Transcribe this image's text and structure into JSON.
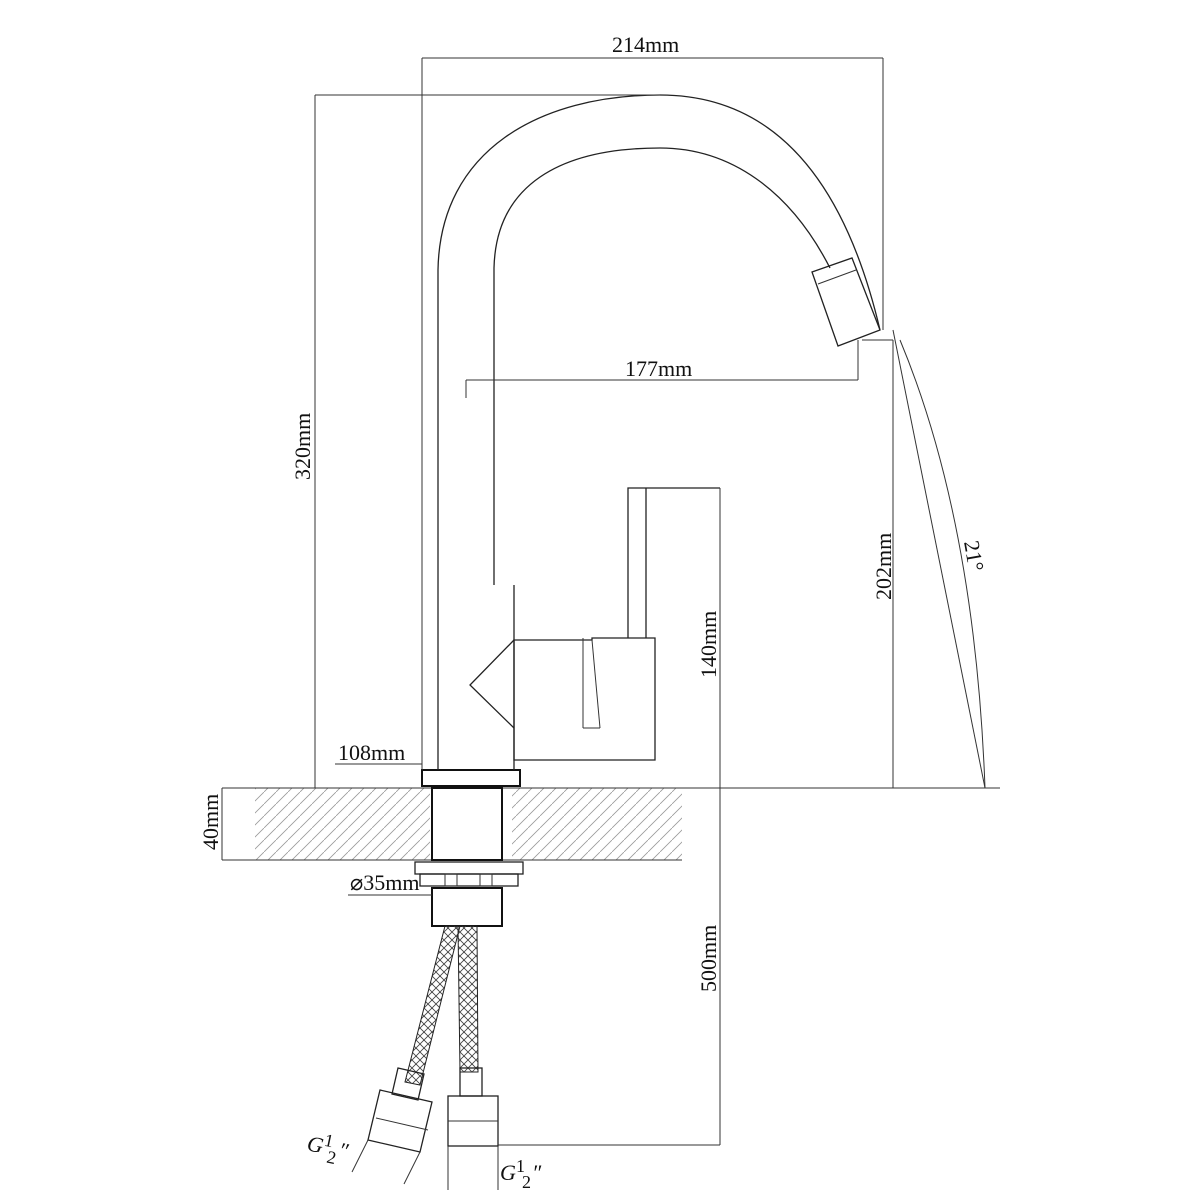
{
  "dimensions": {
    "overall_width": "214mm",
    "overall_height": "320mm",
    "spout_reach": "177mm",
    "spout_height": "202mm",
    "lever_height": "140mm",
    "base_reach": "108mm",
    "counter_thickness": "40mm",
    "shank_diameter": "⌀35mm",
    "hose_length": "500mm",
    "pullout_angle": "21°"
  },
  "hose_threads": {
    "left": {
      "main": "G",
      "sup": "1",
      "sub": "2",
      "mark": "″"
    },
    "right": {
      "main": "G",
      "sup": "1",
      "sub": "2",
      "mark": "″"
    }
  }
}
